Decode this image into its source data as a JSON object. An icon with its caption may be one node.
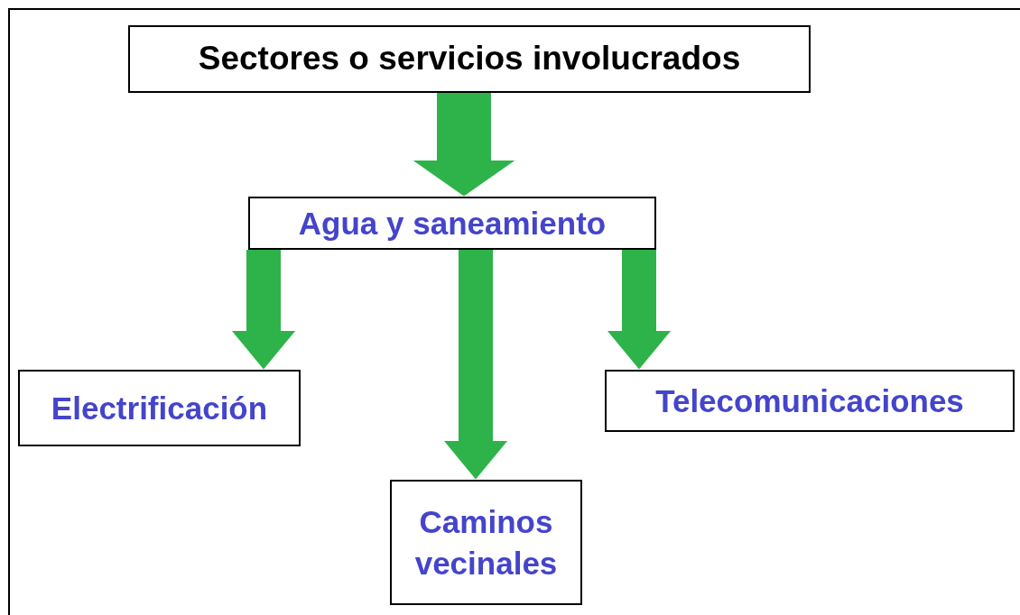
{
  "diagram": {
    "nodes": [
      {
        "text": [
          "Sectores o servicios involucrados"
        ]
      },
      {
        "text": [
          "Agua y saneamiento"
        ]
      },
      {
        "text": [
          "Electrificación"
        ]
      },
      {
        "text": [
          "Caminos vecinales"
        ]
      },
      {
        "text": [
          "Telecomunicaciones"
        ]
      }
    ],
    "edges": [
      {
        "from": 0,
        "to": 1,
        "arrow": "to"
      },
      {
        "from": 1,
        "to": 2,
        "arrow": "to"
      },
      {
        "from": 1,
        "to": 3,
        "arrow": "to"
      },
      {
        "from": 1,
        "to": 4,
        "arrow": "to"
      }
    ]
  }
}
